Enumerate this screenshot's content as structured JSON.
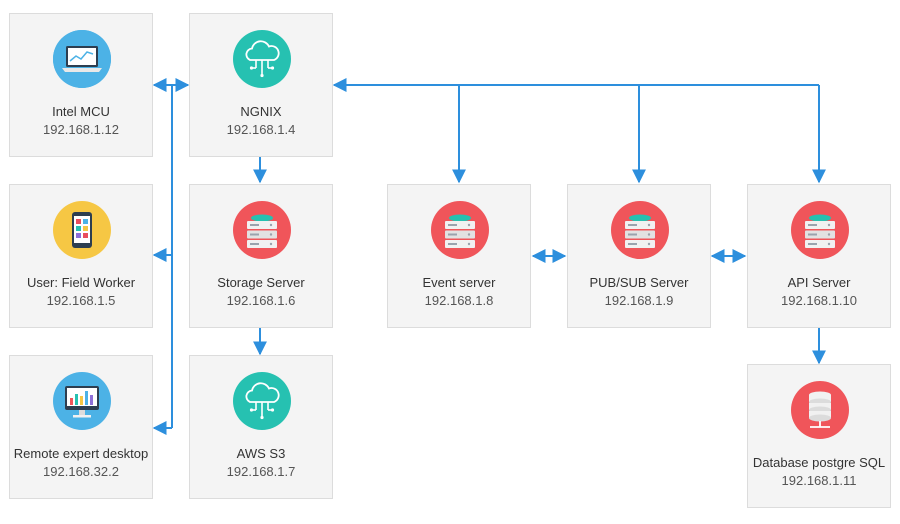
{
  "colors": {
    "connector": "#2d8fdd",
    "node_bg": "#f4f4f4",
    "server_icon": "#f0555a",
    "cloud_icon": "#26c1b1",
    "laptop_icon": "#4cb2e6",
    "phone_icon": "#f6c744",
    "desktop_icon": "#4cb2e6"
  },
  "nodes": {
    "intel_mcu": {
      "name": "Intel MCU",
      "ip": "192.168.1.12",
      "icon": "laptop-chart-icon"
    },
    "ngnix": {
      "name": "NGNIX",
      "ip": "192.168.1.4",
      "icon": "cloud-network-icon"
    },
    "field_worker": {
      "name": "User: Field Worker",
      "ip": "192.168.1.5",
      "icon": "smartphone-icon"
    },
    "storage_server": {
      "name": "Storage Server",
      "ip": "192.168.1.6",
      "icon": "server-icon"
    },
    "remote_desktop": {
      "name": "Remote expert desktop",
      "ip": "192.168.32.2",
      "icon": "monitor-chart-icon"
    },
    "aws_s3": {
      "name": "AWS S3",
      "ip": "192.168.1.7",
      "icon": "cloud-network-icon"
    },
    "event_server": {
      "name": "Event server",
      "ip": "192.168.1.8",
      "icon": "server-icon"
    },
    "pubsub_server": {
      "name": "PUB/SUB Server",
      "ip": "192.168.1.9",
      "icon": "server-icon"
    },
    "api_server": {
      "name": "API Server",
      "ip": "192.168.1.10",
      "icon": "server-icon"
    },
    "database": {
      "name": "Database postgre SQL",
      "ip": "192.168.1.11",
      "icon": "database-icon"
    }
  }
}
